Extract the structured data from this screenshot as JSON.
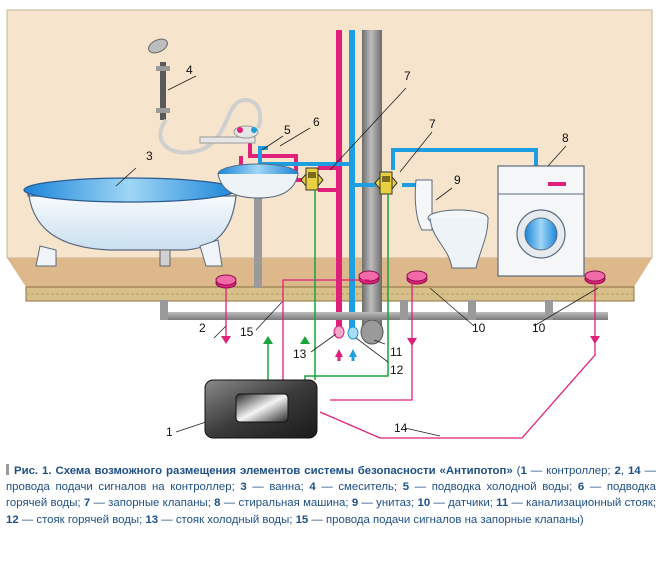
{
  "labels": {
    "n1": "1",
    "n2": "2",
    "n3": "3",
    "n4": "4",
    "n5": "5",
    "n6": "6",
    "n7a": "7",
    "n7b": "7",
    "n8": "8",
    "n9": "9",
    "n10a": "10",
    "n10b": "10",
    "n11": "11",
    "n12": "12",
    "n13": "13",
    "n14": "14",
    "n15": "15"
  },
  "caption": {
    "title": "Рис. 1. Схема возможного размещения элементов системы безопасности «Антипотоп»",
    "parts": [
      {
        "t": " (",
        "b": false
      },
      {
        "t": "1",
        "b": true
      },
      {
        "t": " — контроллер; ",
        "b": false
      },
      {
        "t": "2",
        "b": true
      },
      {
        "t": ", ",
        "b": false
      },
      {
        "t": "14",
        "b": true
      },
      {
        "t": " — провода подачи сигналов на контроллер; ",
        "b": false
      },
      {
        "t": "3",
        "b": true
      },
      {
        "t": " — ванна; ",
        "b": false
      },
      {
        "t": "4",
        "b": true
      },
      {
        "t": " — смеситель; ",
        "b": false
      },
      {
        "t": "5",
        "b": true
      },
      {
        "t": " — подводка холодной воды; ",
        "b": false
      },
      {
        "t": "6",
        "b": true
      },
      {
        "t": " — подводка горячей воды; ",
        "b": false
      },
      {
        "t": "7",
        "b": true
      },
      {
        "t": " — запорные клапаны; ",
        "b": false
      },
      {
        "t": "8",
        "b": true
      },
      {
        "t": " — стиральная машина; ",
        "b": false
      },
      {
        "t": "9",
        "b": true
      },
      {
        "t": " — унитаз; ",
        "b": false
      },
      {
        "t": "10",
        "b": true
      },
      {
        "t": " — датчики; ",
        "b": false
      },
      {
        "t": "11",
        "b": true
      },
      {
        "t": " — канализационный стояк; ",
        "b": false
      },
      {
        "t": "12",
        "b": true
      },
      {
        "t": " — стояк горячей воды; ",
        "b": false
      },
      {
        "t": "13",
        "b": true
      },
      {
        "t": " — стояк холодный воды; ",
        "b": false
      },
      {
        "t": "15",
        "b": true
      },
      {
        "t": " — провода подачи сигналов на запорные клапаны)",
        "b": false
      }
    ]
  },
  "colors": {
    "wall": "#f6e4cc",
    "floor": "#dcb88a",
    "slab": "#d8c08a",
    "hot": "#e0207a",
    "cold": "#1c9ee0",
    "signal_wire": "#e0207a",
    "valve_wire": "#1aa43a",
    "sewer": "#8a8a8a"
  },
  "icons": [
    "bathtub-icon",
    "shower-mixer-icon",
    "sink-icon",
    "toilet-icon",
    "washing-machine-icon",
    "valve-icon",
    "sensor-icon",
    "controller-icon"
  ]
}
